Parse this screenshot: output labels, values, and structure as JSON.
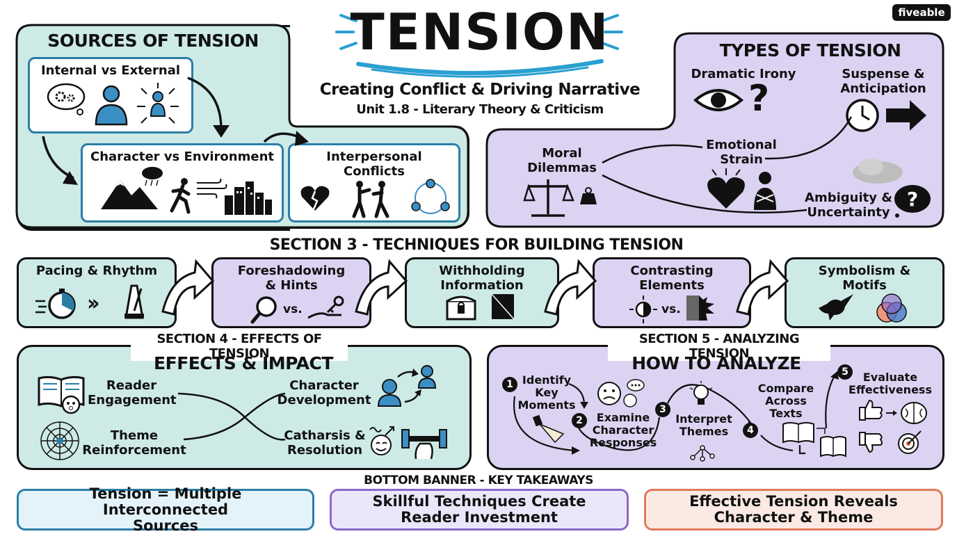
{
  "brand": "fiveable",
  "header": {
    "title": "TENSION",
    "subtitle": "Creating Conflict & Driving Narrative",
    "unit": "Unit 1.8 - Literary Theory & Criticism"
  },
  "sources": {
    "title": "SOURCES OF TENSION",
    "internal_external": "Internal vs External",
    "character_environment": "Character vs Environment",
    "interpersonal": "Interpersonal Conflicts"
  },
  "types": {
    "title": "TYPES OF TENSION",
    "dramatic_irony": "Dramatic Irony",
    "suspense": "Suspense & Anticipation",
    "moral": "Moral Dilemmas",
    "emotional": "Emotional Strain",
    "ambiguity": "Ambiguity & Uncertainty"
  },
  "section3": {
    "title": "SECTION 3 - TECHNIQUES FOR BUILDING TENSION",
    "items": [
      "Pacing & Rhythm",
      "Foreshadowing & Hints",
      "Withholding Information",
      "Contrasting Elements",
      "Symbolism & Motifs"
    ],
    "vs": "vs."
  },
  "section4": {
    "label": "SECTION 4 - EFFECTS OF TENSION",
    "title": "EFFECTS & IMPACT",
    "reader": "Reader Engagement",
    "character": "Character Development",
    "theme": "Theme Reinforcement",
    "catharsis": "Catharsis & Resolution"
  },
  "section5": {
    "label": "SECTION 5 - ANALYZING TENSION",
    "title": "HOW TO ANALYZE",
    "steps": [
      {
        "n": "1",
        "text": "Identify Key Moments"
      },
      {
        "n": "2",
        "text": "Examine Character Responses"
      },
      {
        "n": "3",
        "text": "Interpret Themes"
      },
      {
        "n": "4",
        "text": "Compare Across Texts"
      },
      {
        "n": "5",
        "text": "Evaluate Effectiveness"
      }
    ]
  },
  "bottom": {
    "label": "BOTTOM BANNER - KEY TAKEAWAYS",
    "items": [
      "Tension = Multiple Interconnected Sources",
      "Skillful Techniques Create Reader Investment",
      "Effective Tension Reveals Character & Theme"
    ]
  },
  "colors": {
    "teal_panel": "#cdeae6",
    "lavender_panel": "#dcd3f3",
    "blue_accent": "#2a7ea6",
    "banner_blue": "#e3f3f9",
    "banner_purple": "#ece6fb",
    "banner_orange": "#fbe9e3"
  }
}
